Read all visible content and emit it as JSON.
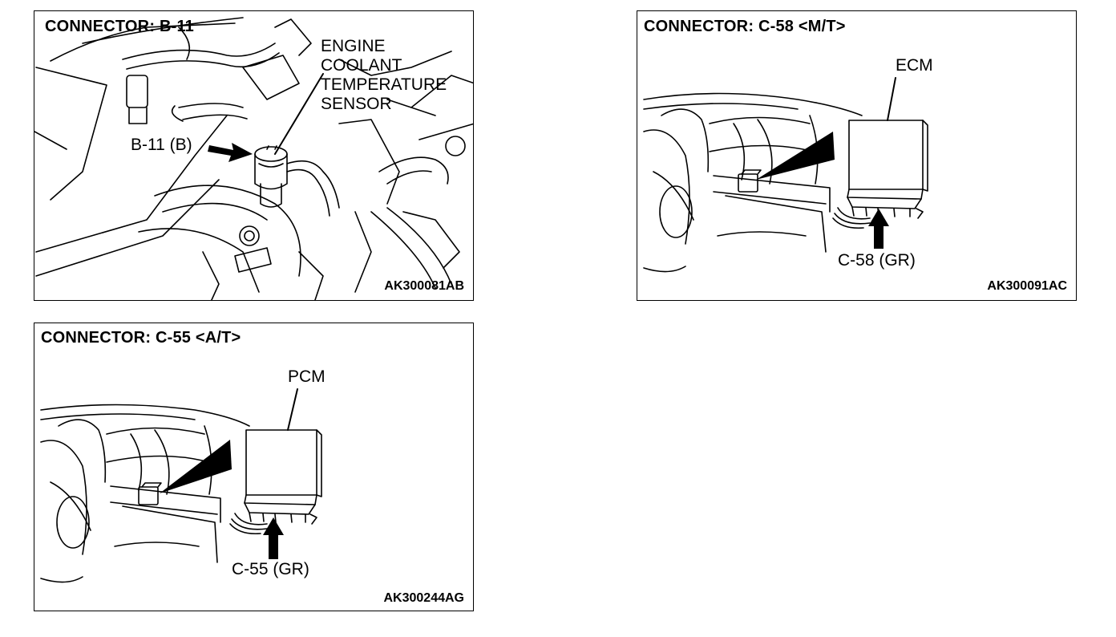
{
  "panels": [
    {
      "title": "CONNECTOR: B-11",
      "labels": [
        "ENGINE",
        "COOLANT",
        "TEMPERATURE",
        "SENSOR"
      ],
      "connector_label": "B-11 (B)",
      "figure_code": "AK300081AB"
    },
    {
      "title": "CONNECTOR: C-58 <M/T>",
      "module_label": "ECM",
      "connector_label": "C-58 (GR)",
      "figure_code": "AK300091AC"
    },
    {
      "title": "CONNECTOR: C-55 <A/T>",
      "module_label": "PCM",
      "connector_label": "C-55 (GR)",
      "figure_code": "AK300244AG"
    }
  ]
}
